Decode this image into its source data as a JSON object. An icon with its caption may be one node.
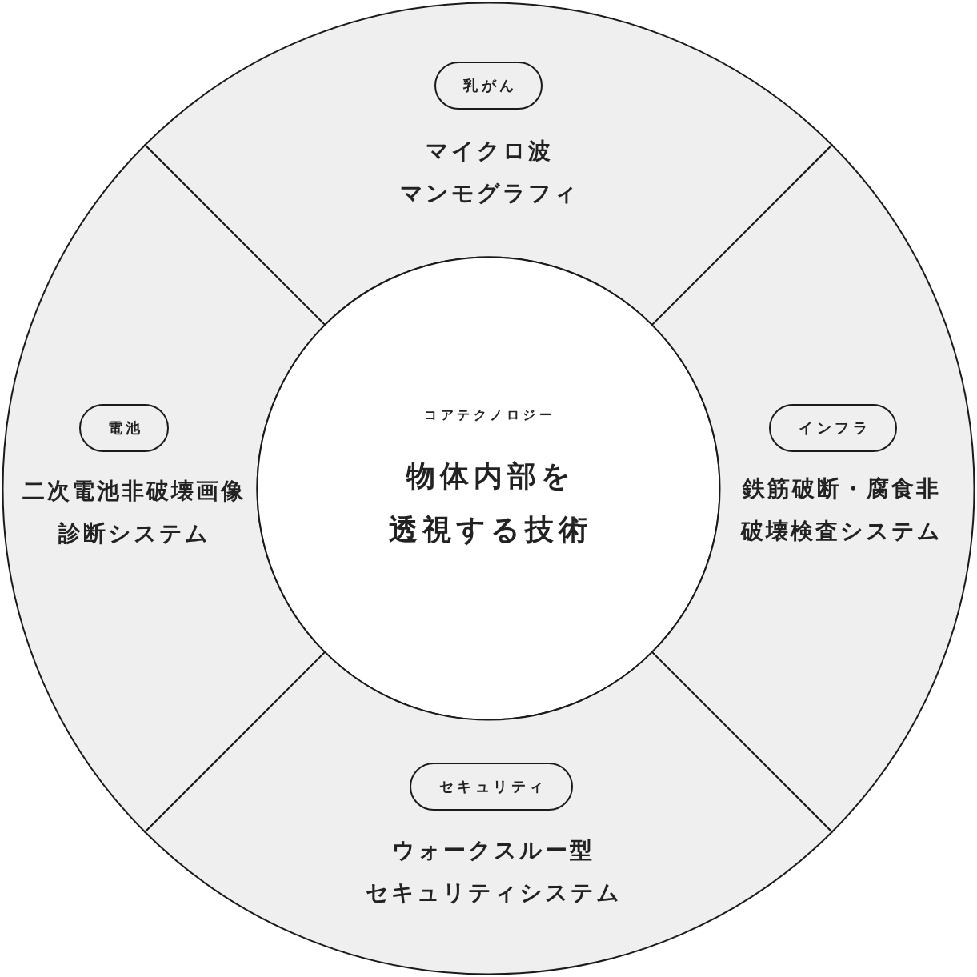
{
  "diagram": {
    "nodes": [
      {
        "text": [
          "マイクロ波マンモグラフィ"
        ]
      },
      {
        "text": [
          "乳がん"
        ],
        "in": 0
      },
      {
        "text": [
          "二次電池非破壊画像診断システム"
        ]
      },
      {
        "text": [
          "電池"
        ],
        "in": 2
      },
      {
        "text": [
          "コアテクノロジー",
          "物体内部を透視する技術"
        ]
      },
      {
        "text": [
          "鉄筋破断・腐食非破壊検査システム"
        ]
      },
      {
        "text": [
          "インフラ"
        ],
        "in": 5
      },
      {
        "text": [
          "ウォークスルー型セキュリティシステム"
        ]
      },
      {
        "text": [
          "セキュリティ"
        ],
        "in": 7
      }
    ]
  }
}
